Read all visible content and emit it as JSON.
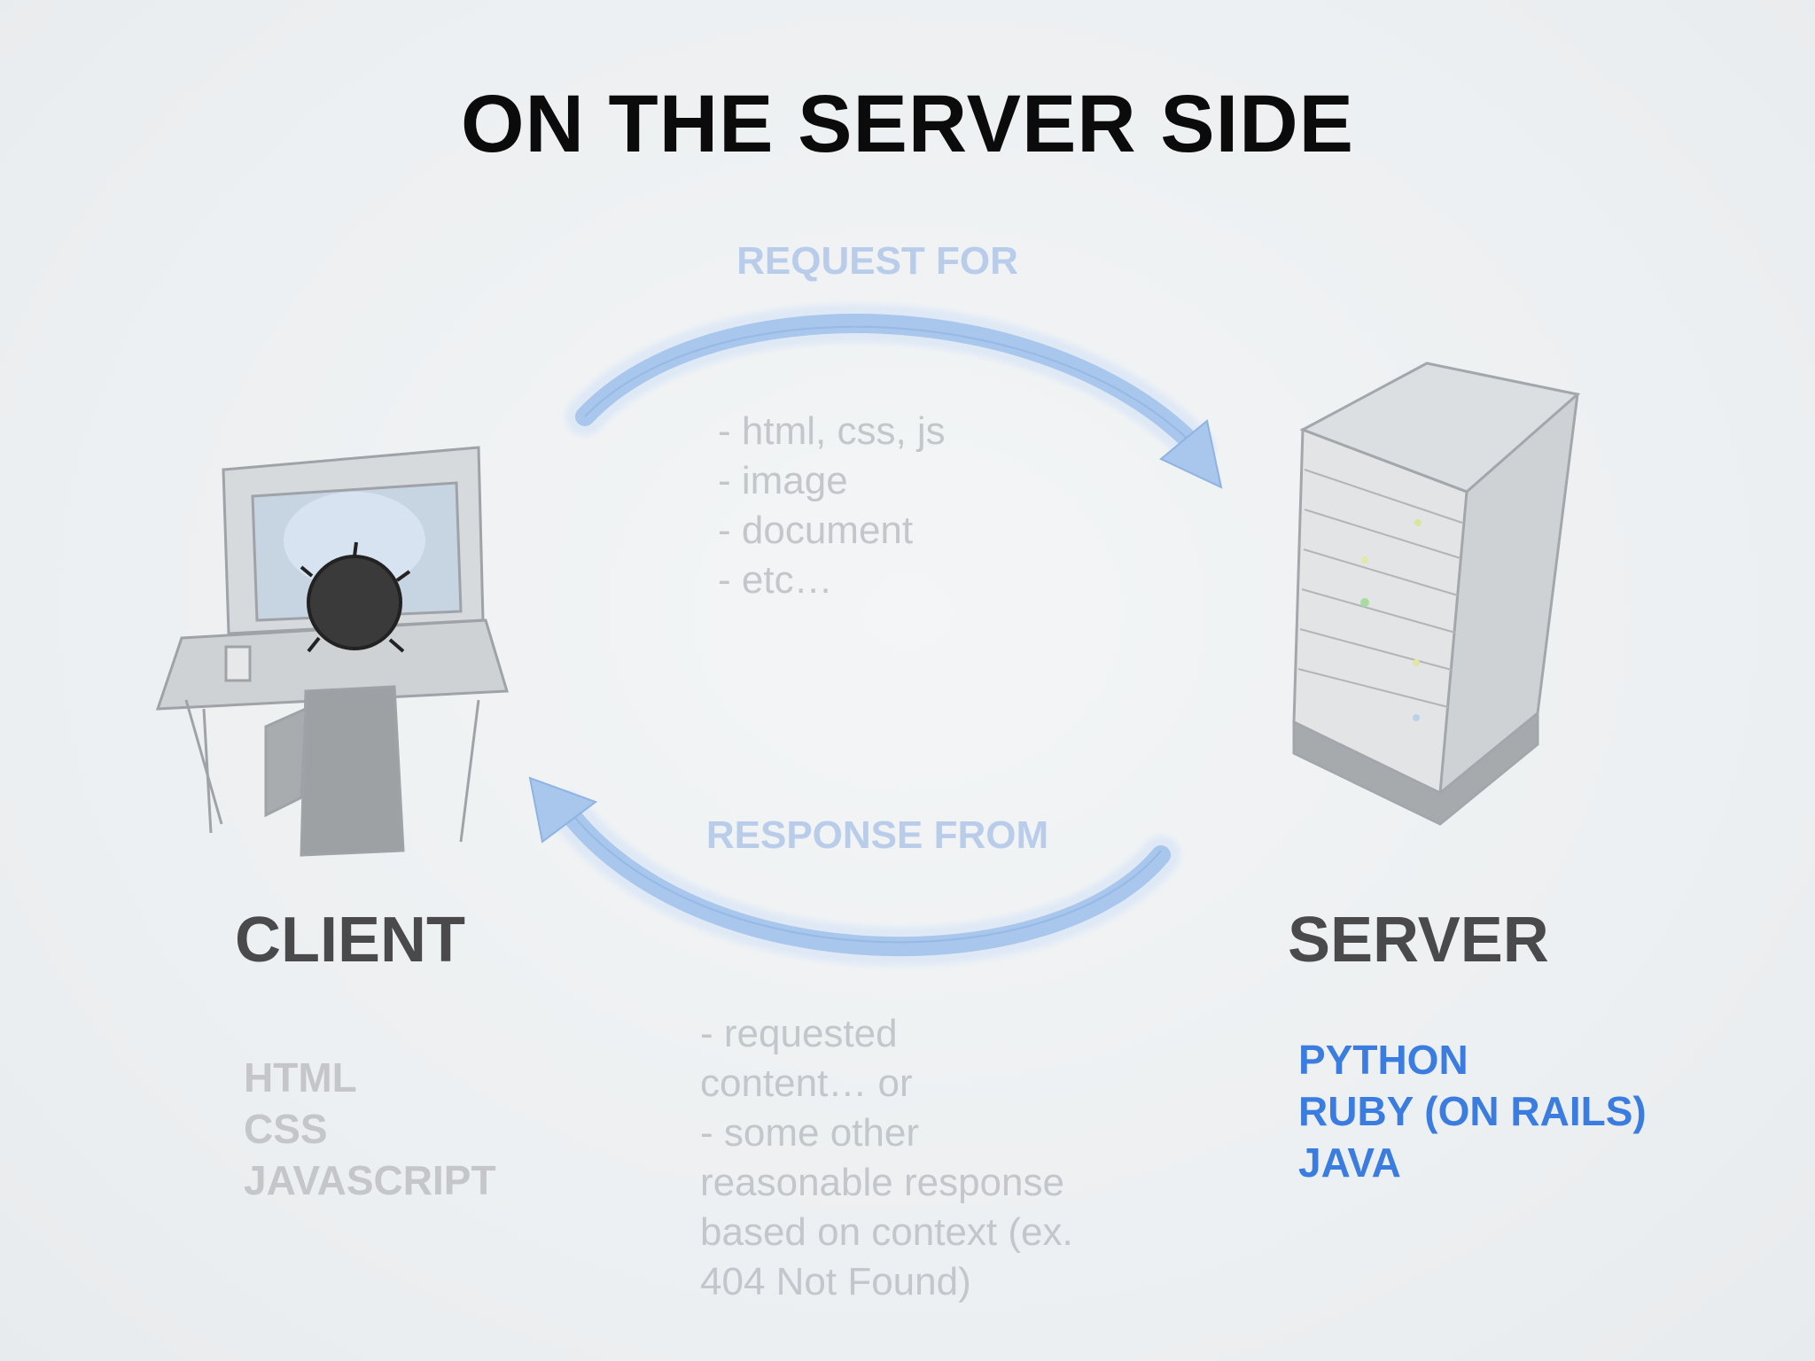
{
  "slide": {
    "title": "ON THE SERVER SIDE"
  },
  "request": {
    "label": "REQUEST FOR",
    "items": [
      "- html, css, js",
      "- image",
      "- document",
      "- etc…"
    ]
  },
  "response": {
    "label": "RESPONSE FROM",
    "items": [
      "- requested",
      "content… or",
      "- some other",
      "reasonable response",
      "based on context (ex.",
      "404 Not Found)"
    ]
  },
  "client": {
    "label": "CLIENT",
    "technologies": [
      "HTML",
      "CSS",
      "JAVASCRIPT"
    ]
  },
  "server": {
    "label": "SERVER",
    "technologies": [
      "PYTHON",
      "RUBY (ON RAILS)",
      "JAVA"
    ]
  },
  "colors": {
    "arrow": "#a9c6ec",
    "server_tech": "#3b7ce0",
    "heading": "#4a4a4c",
    "faint_text": "#c3c7cb"
  }
}
